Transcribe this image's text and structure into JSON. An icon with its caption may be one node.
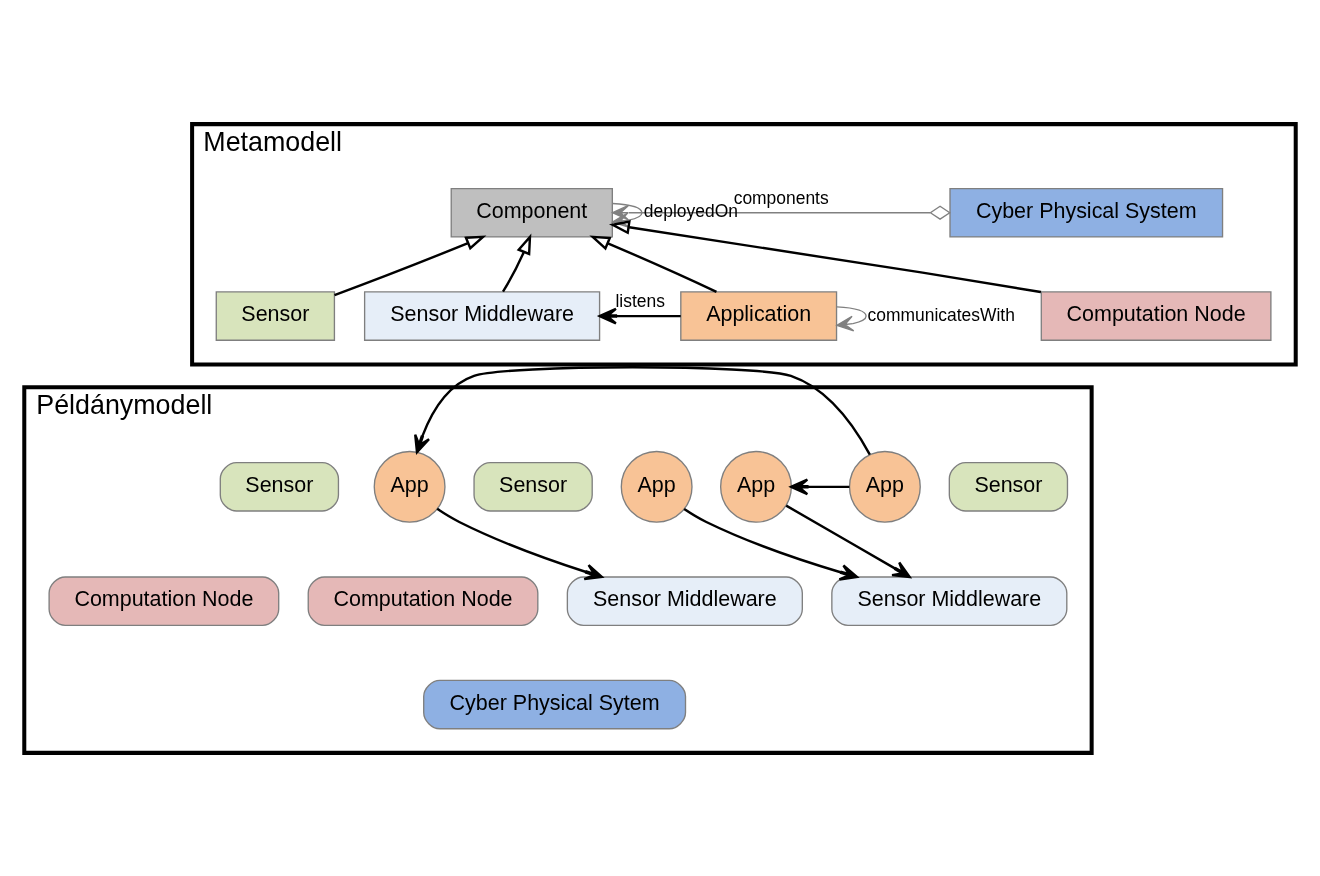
{
  "diagram": {
    "nodes": [
      {
        "text": [
          "Metamodell"
        ]
      },
      {
        "text": [
          "Cyber Physical System"
        ],
        "in": 0
      },
      {
        "text": [
          "Component"
        ],
        "in": 0
      },
      {
        "text": [
          "Sensor"
        ],
        "in": 0
      },
      {
        "text": [
          "Sensor Middleware"
        ],
        "in": 0
      },
      {
        "text": [
          "Application"
        ],
        "in": 0
      },
      {
        "text": [
          "Computation Node"
        ],
        "in": 0
      },
      {
        "text": [
          "Példánymodell"
        ]
      },
      {
        "text": [
          "Sensor"
        ],
        "in": 7
      },
      {
        "text": [
          "Sensor"
        ],
        "in": 7
      },
      {
        "text": [
          "App"
        ],
        "in": 7
      },
      {
        "text": [
          "App"
        ],
        "in": 7
      },
      {
        "text": [
          "App"
        ],
        "in": 7
      },
      {
        "text": [
          "App"
        ],
        "in": 7
      },
      {
        "text": [
          "Sensor"
        ],
        "in": 7
      },
      {
        "text": [
          "Sensor Middleware"
        ],
        "in": 7
      },
      {
        "text": [
          "Computation Node"
        ],
        "in": 7
      },
      {
        "text": [
          "Computation Node"
        ],
        "in": 7
      },
      {
        "text": [
          "Sensor Middleware"
        ],
        "in": 7
      },
      {
        "text": [
          "Cyber Physical Sytem"
        ],
        "in": 7
      }
    ],
    "edges": [
      {
        "from": 1,
        "to": 2,
        "arrow": "to",
        "label": "components",
        "color": "#808080"
      },
      {
        "from": 2,
        "to": 2,
        "arrow": "to",
        "label": "deployedOn",
        "color": "#808080"
      },
      {
        "from": 3,
        "to": 2,
        "arrow": "to"
      },
      {
        "from": 4,
        "to": 2,
        "arrow": "to"
      },
      {
        "from": 5,
        "to": 2,
        "arrow": "to"
      },
      {
        "from": 6,
        "to": 2,
        "arrow": "to"
      },
      {
        "from": 5,
        "to": 4,
        "arrow": "to",
        "label": "listens"
      },
      {
        "from": 5,
        "to": 5,
        "arrow": "to",
        "label": "communicatesWith",
        "color": "#808080"
      },
      {
        "from": 11,
        "to": 10,
        "arrow": "to"
      },
      {
        "from": 10,
        "to": 15,
        "arrow": "to"
      },
      {
        "from": 11,
        "to": 12,
        "arrow": "to"
      },
      {
        "from": 12,
        "to": 18,
        "arrow": "to"
      },
      {
        "from": 13,
        "to": 18,
        "arrow": "to"
      }
    ]
  }
}
